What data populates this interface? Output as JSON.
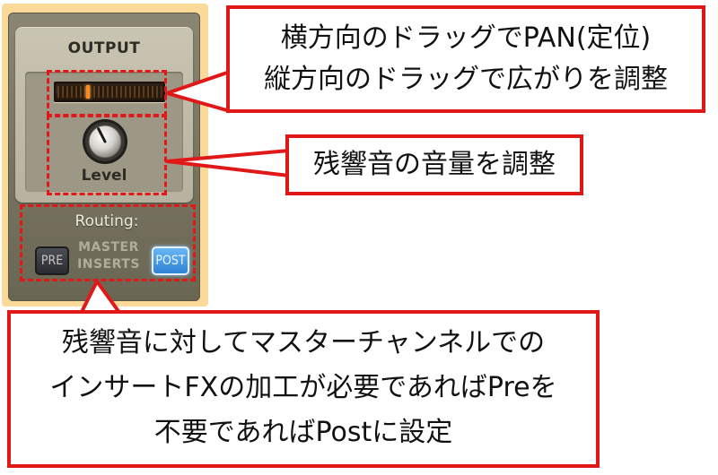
{
  "plugin": {
    "output_title": "OUTPUT",
    "level_label": "Level",
    "routing_label": "Routing:",
    "pre_label": "PRE",
    "post_label": "POST",
    "master_line1": "MASTER",
    "master_line2": "INSERTS",
    "pan_position": 0.3,
    "knob_value": 0.4,
    "post_selected": true
  },
  "annotations": {
    "pan": {
      "line1": "横方向のドラッグでPAN(定位)",
      "line2": "縦方向のドラッグで広がりを調整"
    },
    "level": {
      "line1": "残響音の音量を調整"
    },
    "routing": {
      "line1": "残響音に対してマスターチャンネルでの",
      "line2": "インサートFXの加工が必要であればPreを",
      "line3": "不要であればPostに設定"
    }
  },
  "colors": {
    "annotation_red": "#e01818",
    "panel_frame": "#fbd999",
    "post_active": "#3d8ee0",
    "pan_indicator": "#ff8a1e"
  }
}
